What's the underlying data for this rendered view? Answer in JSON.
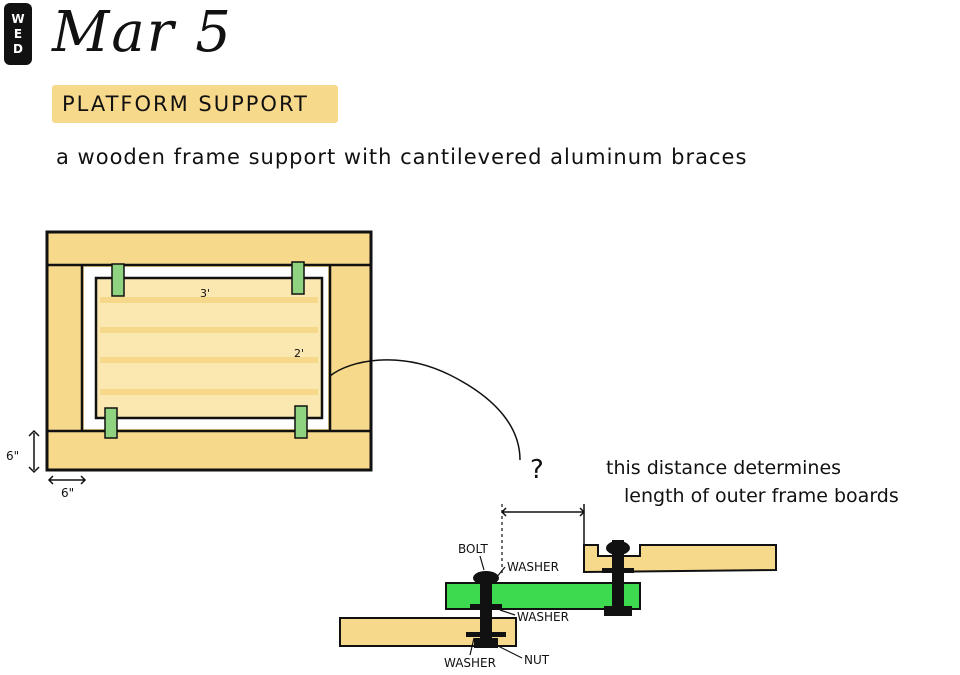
{
  "header": {
    "day_letters": [
      "W",
      "E",
      "D"
    ],
    "date": "Mar 5",
    "section": "PLATFORM SUPPORT",
    "subtitle": "a wooden frame support with cantilevered aluminum braces"
  },
  "frame": {
    "inner_width": "3'",
    "inner_height": "2'",
    "board_height": "6\"",
    "board_width": "6\""
  },
  "detail": {
    "question": "?",
    "note_line1": "this distance determines",
    "note_line2": "length of outer frame boards",
    "labels": {
      "bolt": "BOLT",
      "washer_top": "WASHER",
      "washer_mid": "WASHER",
      "washer_bottom": "WASHER",
      "nut": "NUT"
    }
  },
  "colors": {
    "wood": "#f7d98b",
    "wood_light": "#fbe7b0",
    "brace": "#3dd94f",
    "tab": "#8fd27f",
    "ink": "#111111"
  }
}
